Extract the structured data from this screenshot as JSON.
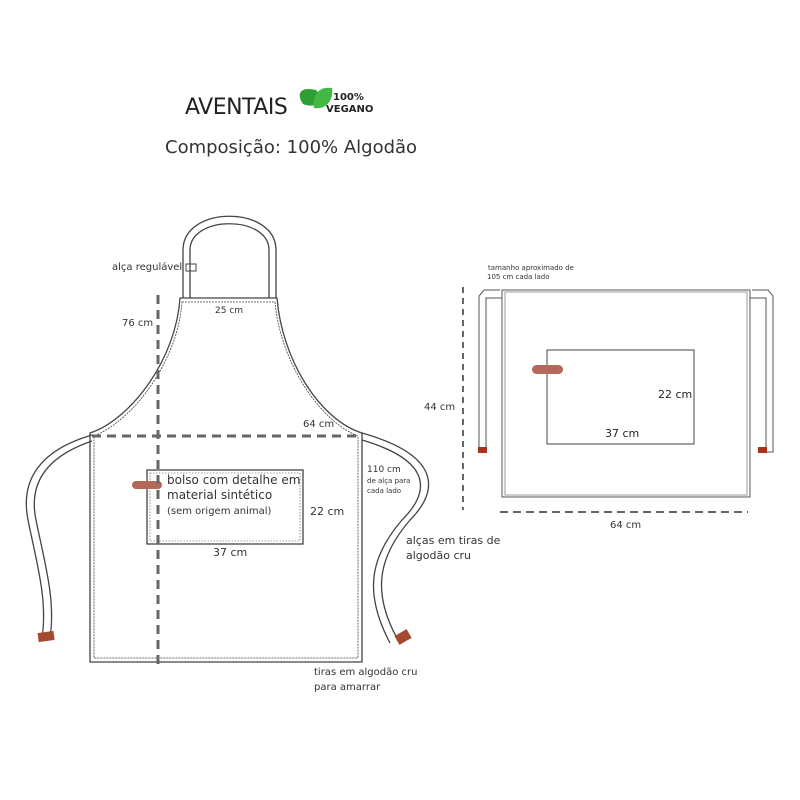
{
  "header": {
    "title": "AVENTAIS",
    "badge_line1": "100%",
    "badge_line2": "VEGANO",
    "composition": "Composição: 100% Algodão"
  },
  "full_apron": {
    "adjustable_strap": "alça regulável",
    "height": "76 cm",
    "bib_width": "25 cm",
    "waist_width": "64 cm",
    "pocket_label_1": "bolso com detalhe em",
    "pocket_label_2": "material sintético",
    "pocket_label_3": "(sem origem animal)",
    "pocket_height": "22 cm",
    "pocket_width": "37 cm",
    "strap_length_1": "110 cm",
    "strap_length_2": "de alça para",
    "strap_length_3": "cada lado",
    "straps_note_1": "alças em tiras de",
    "straps_note_2": "algodão cru",
    "ties_note_1": "tiras em algodão cru",
    "ties_note_2": "para amarrar"
  },
  "half_apron": {
    "strap_note_1": "tamanho aproximado de",
    "strap_note_2": "105 cm cada lado",
    "height": "44 cm",
    "width": "64 cm",
    "pocket_height": "22 cm",
    "pocket_width": "37 cm"
  },
  "colors": {
    "accent_leather": "#b5523f",
    "leaf_green": "#3aa83a",
    "line": "#444444",
    "dash": "#666666"
  }
}
